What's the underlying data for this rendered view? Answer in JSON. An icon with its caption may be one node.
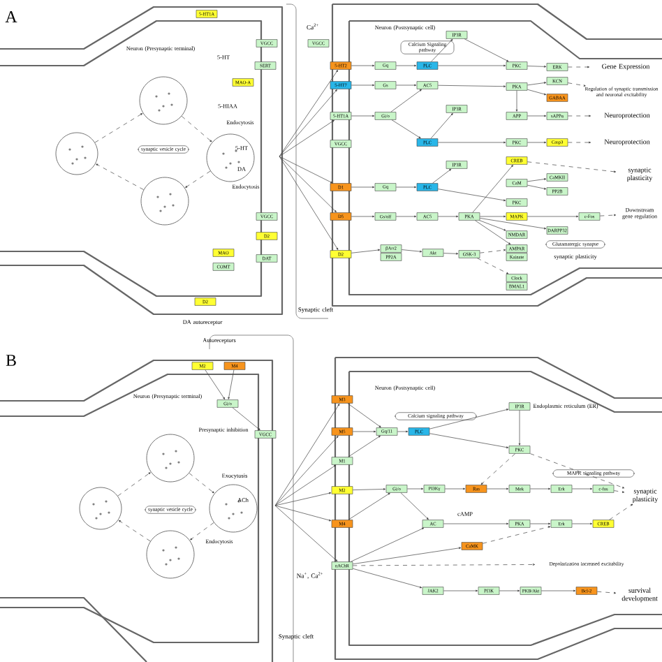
{
  "diagram": {
    "nodes": [
      {
        "text": [
          "5-HT1A"
        ]
      },
      {
        "text": [
          "VGCC"
        ]
      },
      {
        "text": [
          "SERT"
        ]
      },
      {
        "text": [
          "MAO-A"
        ]
      },
      {
        "text": [
          "VGCC"
        ]
      },
      {
        "text": [
          "D2"
        ]
      },
      {
        "text": [
          "DAT"
        ]
      },
      {
        "text": [
          "MAO"
        ]
      },
      {
        "text": [
          "COMT"
        ]
      },
      {
        "text": [
          "D2"
        ]
      },
      {
        "text": [
          "synaptic vesicle cycle"
        ]
      },
      {
        "text": [],
        "shape": "circle"
      },
      {
        "text": [],
        "shape": "circle"
      },
      {
        "text": [],
        "shape": "circle"
      },
      {
        "text": [],
        "shape": "circle"
      },
      {
        "text": [
          "VGCC"
        ]
      },
      {
        "text": [
          "5-HT2"
        ]
      },
      {
        "text": [
          "5-HT7"
        ]
      },
      {
        "text": [
          "5-HT1A"
        ]
      },
      {
        "text": [
          "VGCC"
        ]
      },
      {
        "text": [
          "D1"
        ]
      },
      {
        "text": [
          "D5"
        ]
      },
      {
        "text": [
          "D2"
        ]
      },
      {
        "text": [
          "Gq"
        ]
      },
      {
        "text": [
          "PLC"
        ]
      },
      {
        "text": [
          "Gs"
        ]
      },
      {
        "text": [
          "AC5"
        ]
      },
      {
        "text": [
          "Gi/o"
        ]
      },
      {
        "text": [
          "PLC"
        ]
      },
      {
        "text": [
          "IP3R"
        ]
      },
      {
        "text": [
          "PKC"
        ]
      },
      {
        "text": [
          "ERK"
        ]
      },
      {
        "text": [
          "PKA"
        ]
      },
      {
        "text": [
          "KCN"
        ]
      },
      {
        "text": [
          "GABAA"
        ]
      },
      {
        "text": [
          "APP"
        ]
      },
      {
        "text": [
          "sAPPα"
        ]
      },
      {
        "text": [
          "IP3R"
        ]
      },
      {
        "text": [
          "PKC"
        ]
      },
      {
        "text": [
          "Casp3"
        ]
      },
      {
        "text": [
          "Gene Expression"
        ]
      },
      {
        "text": [
          "Regulation of synaptic transmission and neuronal excitability"
        ]
      },
      {
        "text": [
          "Neuroprotection"
        ]
      },
      {
        "text": [
          "Neuroprotection"
        ]
      },
      {
        "text": [
          "Calcium Signaling pathway"
        ]
      },
      {
        "text": [
          "Gq"
        ]
      },
      {
        "text": [
          "PLC"
        ]
      },
      {
        "text": [
          "IP3R"
        ]
      },
      {
        "text": [
          "CREB"
        ]
      },
      {
        "text": [
          "CaM"
        ]
      },
      {
        "text": [
          "CaMKII"
        ]
      },
      {
        "text": [
          "PP2B"
        ]
      },
      {
        "text": [
          "PKC"
        ]
      },
      {
        "text": [
          "Gs/olf"
        ]
      },
      {
        "text": [
          "AC5"
        ]
      },
      {
        "text": [
          "PKA"
        ]
      },
      {
        "text": [
          "MAPK"
        ]
      },
      {
        "text": [
          "c-Fos"
        ]
      },
      {
        "text": [
          "DARPP32"
        ]
      },
      {
        "text": [
          "NMDAR"
        ]
      },
      {
        "text": [
          "AMPAR"
        ]
      },
      {
        "text": [
          "Kainate"
        ]
      },
      {
        "text": [
          "Clock"
        ]
      },
      {
        "text": [
          "BMAL1"
        ]
      },
      {
        "text": [
          "βArr2"
        ]
      },
      {
        "text": [
          "PP2A"
        ]
      },
      {
        "text": [
          "Akt"
        ]
      },
      {
        "text": [
          "GSK-3"
        ]
      },
      {
        "text": [
          "synaptic plasticity"
        ]
      },
      {
        "text": [
          "Downstream gene regulation"
        ]
      },
      {
        "text": [
          "Glutamatergic synapse"
        ]
      },
      {
        "text": [
          "synaptic plasticity"
        ]
      },
      {
        "text": [
          "M2"
        ]
      },
      {
        "text": [
          "M4"
        ]
      },
      {
        "text": [
          "Gi/o"
        ]
      },
      {
        "text": [
          "VGCC"
        ]
      },
      {
        "text": [
          "synaptic vesicle cycle"
        ]
      },
      {
        "text": [],
        "shape": "circle"
      },
      {
        "text": [],
        "shape": "circle"
      },
      {
        "text": [],
        "shape": "circle"
      },
      {
        "text": [],
        "shape": "circle"
      },
      {
        "text": [
          "M3"
        ]
      },
      {
        "text": [
          "M5"
        ]
      },
      {
        "text": [
          "M1"
        ]
      },
      {
        "text": [
          "M2"
        ]
      },
      {
        "text": [
          "M4"
        ]
      },
      {
        "text": [
          "nAChR"
        ]
      },
      {
        "text": [
          "Gq/11"
        ]
      },
      {
        "text": [
          "PLC"
        ]
      },
      {
        "text": [
          "IP3R"
        ]
      },
      {
        "text": [
          "PKC"
        ]
      },
      {
        "text": [
          "Gi/o"
        ]
      },
      {
        "text": [
          "PI3Kγ"
        ]
      },
      {
        "text": [
          "Ras"
        ]
      },
      {
        "text": [
          "Mek"
        ]
      },
      {
        "text": [
          "Erk"
        ]
      },
      {
        "text": [
          "c-fos"
        ]
      },
      {
        "text": [
          "AC"
        ]
      },
      {
        "text": [
          "PKA"
        ]
      },
      {
        "text": [
          "Erk"
        ]
      },
      {
        "text": [
          "CREB"
        ]
      },
      {
        "text": [
          "CaMK"
        ]
      },
      {
        "text": [
          "JAK2"
        ]
      },
      {
        "text": [
          "PI3K"
        ]
      },
      {
        "text": [
          "PKB/Akt"
        ]
      },
      {
        "text": [
          "Bcl-2"
        ]
      },
      {
        "text": [
          "Calcium signaling pathway"
        ]
      },
      {
        "text": [
          "MAPK signaling pathway"
        ]
      },
      {
        "text": [
          "synaptic plasticity"
        ]
      },
      {
        "text": [
          "Depolarization increased excitability"
        ]
      },
      {
        "text": [
          "survival development"
        ]
      }
    ],
    "edges": [
      {
        "from": 12,
        "to": 11,
        "arrow": "to",
        "style": "dashed"
      },
      {
        "from": 11,
        "to": 14,
        "arrow": "to",
        "style": "dashed"
      },
      {
        "from": 14,
        "to": 13,
        "arrow": "to",
        "style": "dashed"
      },
      {
        "from": 13,
        "to": 12,
        "arrow": "to",
        "style": "dashed"
      },
      {
        "from": null,
        "to": 16,
        "arrow": "to"
      },
      {
        "from": null,
        "to": 17,
        "arrow": "to"
      },
      {
        "from": null,
        "to": 18,
        "arrow": "to"
      },
      {
        "from": null,
        "to": 20,
        "arrow": "to"
      },
      {
        "from": null,
        "to": 21,
        "arrow": "to"
      },
      {
        "from": null,
        "to": 22,
        "arrow": "to"
      },
      {
        "from": 16,
        "to": 23,
        "arrow": "to"
      },
      {
        "from": 17,
        "to": 25,
        "arrow": "to"
      },
      {
        "from": 18,
        "to": 27,
        "arrow": "to"
      },
      {
        "from": 23,
        "to": 24,
        "arrow": "to"
      },
      {
        "from": 25,
        "to": 26,
        "arrow": "to"
      },
      {
        "from": 27,
        "to": 26,
        "arrow": "to"
      },
      {
        "from": 27,
        "to": 28,
        "arrow": "to"
      },
      {
        "from": 24,
        "to": 29,
        "arrow": "to"
      },
      {
        "from": 24,
        "to": 30,
        "arrow": "to"
      },
      {
        "from": 29,
        "to": 30,
        "arrow": "to"
      },
      {
        "from": 26,
        "to": 32,
        "arrow": "to"
      },
      {
        "from": 28,
        "to": 37,
        "arrow": "to"
      },
      {
        "from": 28,
        "to": 38,
        "arrow": "to"
      },
      {
        "from": 30,
        "to": 31,
        "arrow": "to"
      },
      {
        "from": 32,
        "to": 33,
        "arrow": "to"
      },
      {
        "from": 32,
        "to": 34,
        "arrow": "to"
      },
      {
        "from": 32,
        "to": 35,
        "arrow": "to"
      },
      {
        "from": 35,
        "to": 36,
        "arrow": "to"
      },
      {
        "from": 38,
        "to": 39,
        "arrow": "to"
      },
      {
        "from": 31,
        "to": 40,
        "arrow": "to",
        "style": "dashed"
      },
      {
        "from": 33,
        "to": 41,
        "arrow": "to",
        "style": "dashed"
      },
      {
        "from": 36,
        "to": 42,
        "arrow": "to",
        "style": "dashed"
      },
      {
        "from": 39,
        "to": 43,
        "arrow": "to",
        "style": "dashed"
      },
      {
        "from": 20,
        "to": 45,
        "arrow": "to"
      },
      {
        "from": 21,
        "to": 53,
        "arrow": "to"
      },
      {
        "from": 45,
        "to": 46,
        "arrow": "to"
      },
      {
        "from": 53,
        "to": 54,
        "arrow": "to"
      },
      {
        "from": 54,
        "to": 55,
        "arrow": "to"
      },
      {
        "from": 46,
        "to": 47,
        "arrow": "to"
      },
      {
        "from": 46,
        "to": 52,
        "arrow": "to"
      },
      {
        "from": 55,
        "to": 48,
        "arrow": "to"
      },
      {
        "from": 55,
        "to": 56,
        "arrow": "to"
      },
      {
        "from": 55,
        "to": 58,
        "arrow": "to"
      },
      {
        "from": 55,
        "to": 59,
        "arrow": "to"
      },
      {
        "from": 55,
        "to": 60,
        "arrow": "to"
      },
      {
        "from": 56,
        "to": 57,
        "arrow": "to"
      },
      {
        "from": 49,
        "to": 50,
        "arrow": "to"
      },
      {
        "from": 49,
        "to": 51,
        "arrow": "to"
      },
      {
        "from": 48,
        "to": 68,
        "arrow": "to",
        "style": "dashed"
      },
      {
        "from": 57,
        "to": 69,
        "arrow": "to",
        "style": "dashed"
      },
      {
        "from": 22,
        "to": 64,
        "arrow": "to"
      },
      {
        "from": 64,
        "to": 66,
        "arrow": "to"
      },
      {
        "from": 66,
        "to": 67,
        "arrow": "to"
      },
      {
        "from": 67,
        "to": 60,
        "arrow": "to",
        "style": "dashed"
      },
      {
        "from": 67,
        "to": 62,
        "arrow": "to",
        "style": "dashed"
      },
      {
        "from": 78,
        "to": 77,
        "arrow": "to",
        "style": "dashed"
      },
      {
        "from": 77,
        "to": 80,
        "arrow": "to",
        "style": "dashed"
      },
      {
        "from": 80,
        "to": 79,
        "arrow": "to",
        "style": "dashed"
      },
      {
        "from": 79,
        "to": 78,
        "arrow": "to",
        "style": "dashed"
      },
      {
        "from": 72,
        "to": 74,
        "arrow": "to"
      },
      {
        "from": 73,
        "to": 74,
        "arrow": "to"
      },
      {
        "from": 74,
        "to": 75,
        "arrow": "to"
      },
      {
        "from": null,
        "to": 81,
        "arrow": "to"
      },
      {
        "from": null,
        "to": 82,
        "arrow": "to"
      },
      {
        "from": null,
        "to": 83,
        "arrow": "to"
      },
      {
        "from": null,
        "to": 84,
        "arrow": "to"
      },
      {
        "from": null,
        "to": 85,
        "arrow": "to"
      },
      {
        "from": null,
        "to": 86,
        "arrow": "to"
      },
      {
        "from": 81,
        "to": 87,
        "arrow": "to"
      },
      {
        "from": 82,
        "to": 87,
        "arrow": "to"
      },
      {
        "from": 83,
        "to": 87,
        "arrow": "to"
      },
      {
        "from": 87,
        "to": 88,
        "arrow": "to"
      },
      {
        "from": 88,
        "to": 89,
        "arrow": "to"
      },
      {
        "from": 88,
        "to": 90,
        "arrow": "to"
      },
      {
        "from": 89,
        "to": 90,
        "arrow": "to"
      },
      {
        "from": 84,
        "to": 91,
        "arrow": "to"
      },
      {
        "from": 85,
        "to": 91,
        "arrow": "to"
      },
      {
        "from": 91,
        "to": 92,
        "arrow": "to"
      },
      {
        "from": 92,
        "to": 93,
        "arrow": "to"
      },
      {
        "from": 90,
        "to": 93,
        "arrow": "to",
        "style": "dashed"
      },
      {
        "from": 93,
        "to": 94,
        "arrow": "to"
      },
      {
        "from": 94,
        "to": 95,
        "arrow": "to"
      },
      {
        "from": 95,
        "to": 96,
        "arrow": "to"
      },
      {
        "from": 96,
        "to": 108,
        "arrow": "to",
        "style": "dashed"
      },
      {
        "from": 90,
        "to": 108,
        "arrow": "to",
        "style": "dashed"
      },
      {
        "from": 91,
        "to": 97,
        "arrow": "to"
      },
      {
        "from": 86,
        "to": 97,
        "arrow": "to"
      },
      {
        "from": 97,
        "to": 98,
        "arrow": "to"
      },
      {
        "from": 98,
        "to": 99,
        "arrow": "to"
      },
      {
        "from": 99,
        "to": 100,
        "arrow": "to"
      },
      {
        "from": 100,
        "to": 108,
        "arrow": "to",
        "style": "dashed"
      },
      {
        "from": 86,
        "to": 101,
        "arrow": "to"
      },
      {
        "from": 101,
        "to": 99,
        "arrow": "to",
        "style": "dashed"
      },
      {
        "from": 86,
        "to": 109,
        "arrow": "to",
        "style": "dashed"
      },
      {
        "from": 86,
        "to": 102,
        "arrow": "to"
      },
      {
        "from": 102,
        "to": 103,
        "arrow": "to"
      },
      {
        "from": 103,
        "to": 104,
        "arrow": "to"
      },
      {
        "from": 104,
        "to": 105,
        "arrow": "to"
      },
      {
        "from": 105,
        "to": 110,
        "arrow": "to",
        "style": "dashed"
      }
    ],
    "labels": [
      "A",
      "Neuron (Presynaptic terminal)",
      "5-HT",
      "5-HIAA",
      "Endocytosis",
      "Endocytosis",
      "DA autoreceptor",
      "Synaptic cleft",
      "Neuron (Postsynaptic cell)",
      "Ca$^{2+}$",
      "5-HT",
      "DA",
      "B",
      "Autoreceptors",
      "Neuron (Presynaptic terminal)",
      "Presynaptic inhibition",
      "Exocytosis",
      "Endocytosis",
      "ACh",
      "Synaptic cleft",
      "Neuron (Postsynaptic cell)",
      "Endoplasmic reticulum (ER)",
      "Na$^{+}$, Ca$^{2+}$",
      "cAMP"
    ]
  }
}
